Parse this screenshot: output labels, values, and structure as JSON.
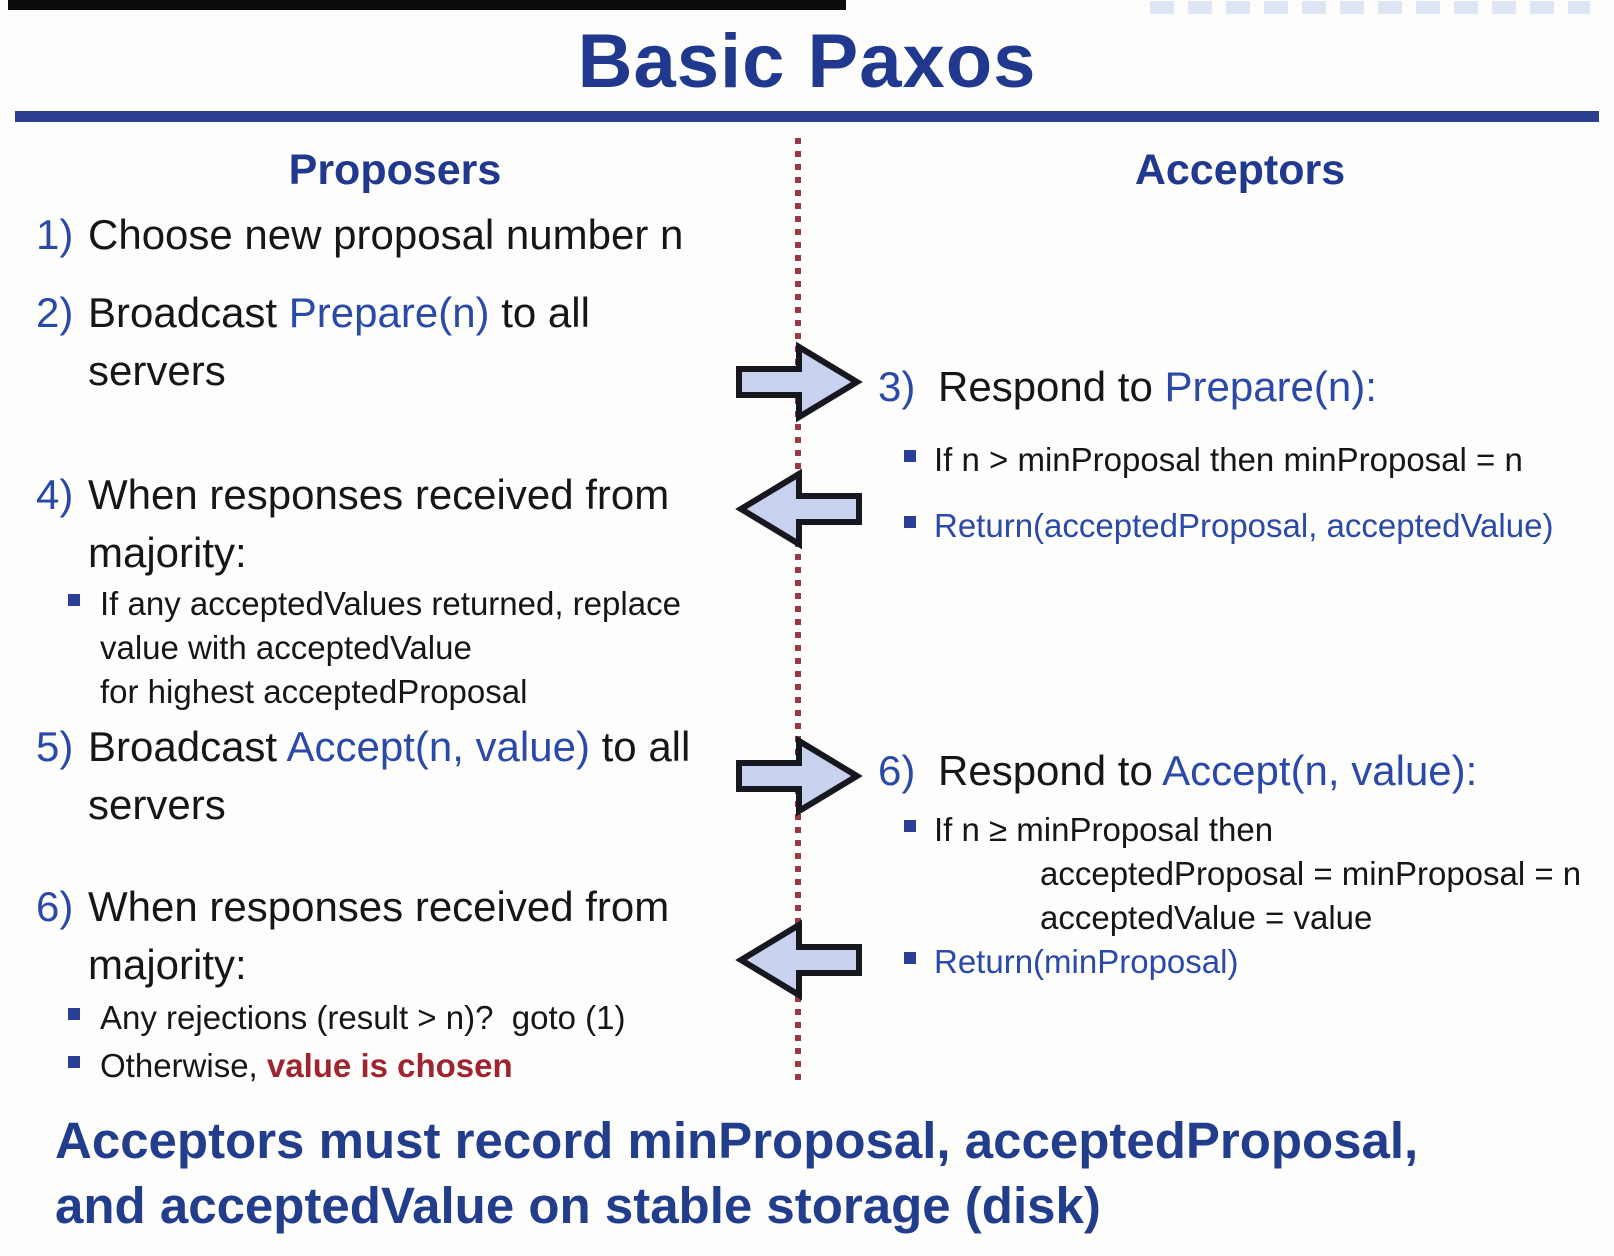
{
  "title": "Basic Paxos",
  "columns": {
    "left_header": "Proposers",
    "right_header": "Acceptors"
  },
  "proposers": {
    "item1": {
      "num": "1)",
      "text": "Choose new proposal number n"
    },
    "item2": {
      "num": "2)",
      "pre": "Broadcast ",
      "code": "Prepare(n)",
      "post": " to all",
      "line2": "servers"
    },
    "item4": {
      "num": "4)",
      "line1": "When responses received from",
      "line2": "majority:",
      "bullet": [
        "If any acceptedValues returned, replace",
        "value with acceptedValue",
        "for highest acceptedProposal"
      ]
    },
    "item5": {
      "num": "5)",
      "pre": "Broadcast ",
      "code": "Accept(n, value)",
      "post": " to all",
      "line2": "servers"
    },
    "item6": {
      "num": "6)",
      "line1": "When responses received from",
      "line2": "majority:",
      "bullet1": "Any rejections (result > n)?  goto (1)",
      "bullet2_pre": "Otherwise, ",
      "bullet2_em": "value is chosen"
    }
  },
  "acceptors": {
    "item3": {
      "num": "3)",
      "pre": "Respond to ",
      "code": "Prepare(n):",
      "bullet1": "If n > minProposal then minProposal = n",
      "bullet2": "Return(acceptedProposal, acceptedValue)"
    },
    "item6": {
      "num": "6)",
      "pre": "Respond to ",
      "code": "Accept(n, value):",
      "bullet1": "If n ≥ minProposal then",
      "bullet1_sub1": "acceptedProposal = minProposal = n",
      "bullet1_sub2": "acceptedValue = value",
      "bullet2": "Return(minProposal)"
    }
  },
  "footer": {
    "line1": "Acceptors must record minProposal, acceptedProposal,",
    "line2": "and acceptedValue on stable storage (disk)"
  },
  "colors": {
    "heading_navy": "#21388f",
    "code_blue": "#2b49a8",
    "body_text": "#161616",
    "chosen_red": "#9e2430",
    "divider_maroon": "#993944",
    "arrow_fill": "#c8d1ed",
    "arrow_stroke": "#17171f",
    "rule_navy": "#2c3e8f",
    "top_bar_black": "#0c0c0c"
  }
}
